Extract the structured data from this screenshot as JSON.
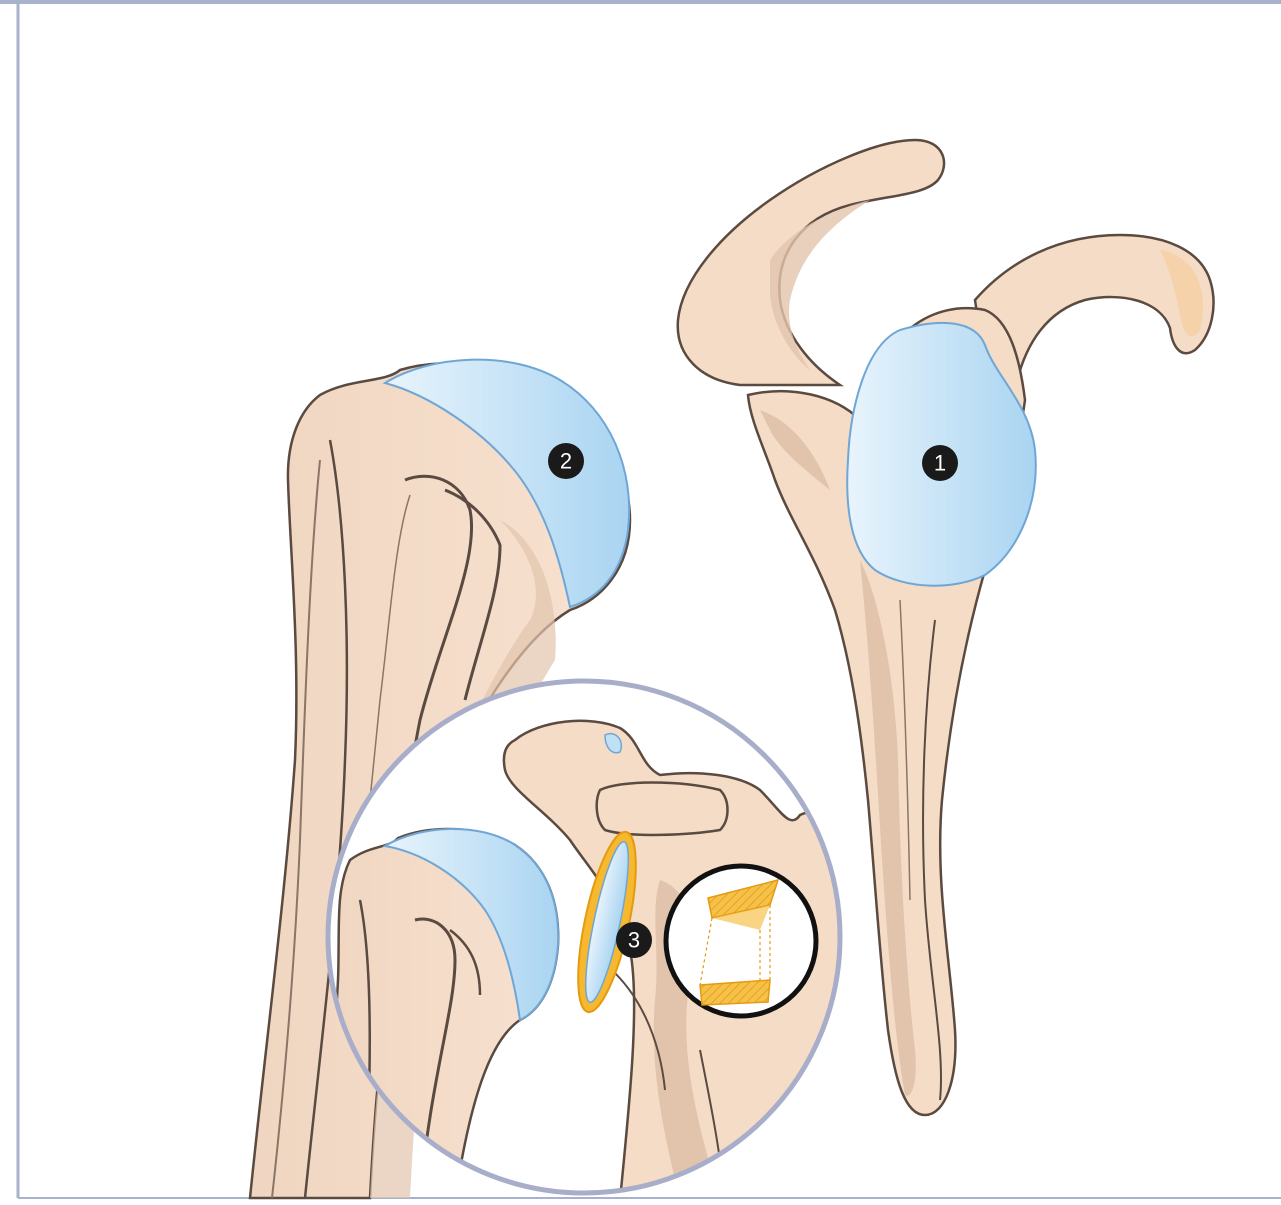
{
  "diagram": {
    "markers": [
      {
        "id": "glenoid",
        "label": "1"
      },
      {
        "id": "humeral-head",
        "label": "2"
      },
      {
        "id": "labrum-ring",
        "label": "3"
      }
    ],
    "colors": {
      "frame": "#a9b2cc",
      "bone_fill": "#f4dcc7",
      "bone_shade": "#e2c4ad",
      "bone_outline": "#5a4a40",
      "cartilage_fill": "#bfe0f5",
      "cartilage_edge": "#6fa6d6",
      "ring_fill": "#f5b82e",
      "ring_edge": "#e59a10",
      "zoom_circle": "#a8aec9",
      "marker_fill": "#1a1a1a",
      "marker_text": "#ffffff"
    }
  }
}
